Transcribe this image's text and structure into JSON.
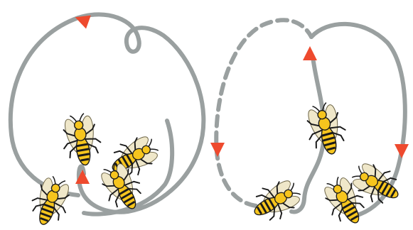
{
  "figure": {
    "panels": [
      {
        "id": "left",
        "description_items": {
          "loop_style": "solid",
          "bees": [
            {
              "icon": "bee-icon"
            },
            {
              "icon": "bee-icon"
            },
            {
              "icon": "bee-icon"
            },
            {
              "icon": "bee-icon"
            }
          ],
          "arrows": [
            {
              "icon": "triangle-arrow-icon"
            },
            {
              "icon": "triangle-arrow-icon"
            }
          ]
        }
      },
      {
        "id": "right",
        "description_items": {
          "loop_style": "solid-and-dashed",
          "bees": [
            {
              "icon": "bee-icon"
            },
            {
              "icon": "bee-icon"
            },
            {
              "icon": "bee-icon"
            },
            {
              "icon": "bee-icon"
            }
          ],
          "arrows": [
            {
              "icon": "triangle-arrow-icon"
            },
            {
              "icon": "triangle-arrow-icon"
            },
            {
              "icon": "triangle-arrow-icon"
            }
          ]
        }
      }
    ],
    "colors": {
      "path": "#9aa0a0",
      "arrow": "#ee4a2e",
      "bee_body": "#f6c51e",
      "bee_stripe": "#1a1a1a",
      "wing": "#efe7c9"
    }
  }
}
